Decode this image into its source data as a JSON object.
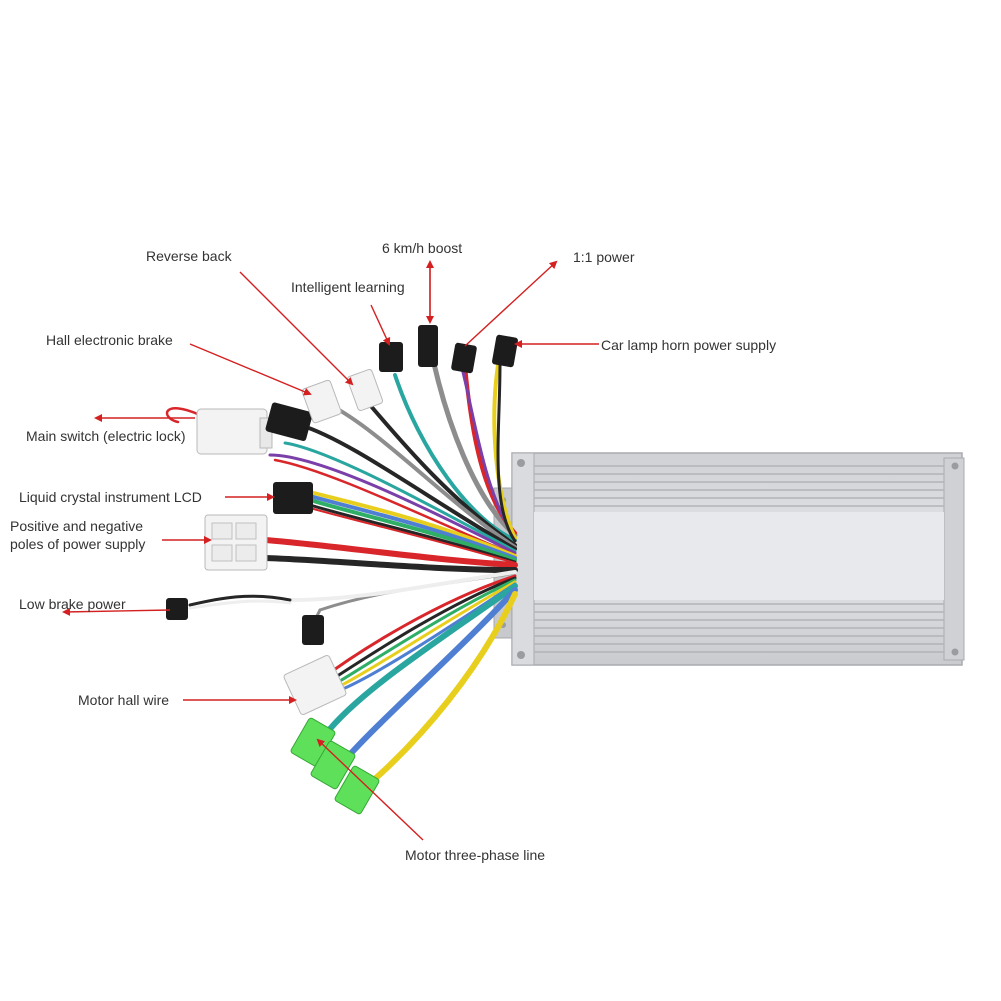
{
  "labels": {
    "reverse_back": "Reverse back",
    "boost_6kmh": "6 km/h boost",
    "power_1_1": "1:1 power",
    "intelligent_learning": "Intelligent learning",
    "hall_electronic_brake": "Hall electronic brake",
    "car_lamp_horn": "Car lamp horn power supply",
    "main_switch": "Main switch (electric lock)",
    "lcd": "Liquid crystal instrument LCD",
    "power_poles_line1": "Positive and negative",
    "power_poles_line2": "poles of power supply",
    "low_brake_power": "Low brake power",
    "motor_hall_wire": "Motor hall wire",
    "motor_three_phase": "Motor three-phase line"
  },
  "colors": {
    "arrow": "#d42020",
    "label_text": "#333333",
    "controller_body": "#d6d8dc",
    "connector_black": "#1c1c1c",
    "connector_white": "#f3f3f3",
    "phase_connector": "#5fe05a",
    "wire_red": "#d8262a",
    "wire_black": "#262626",
    "wire_yellow": "#e8cf1d",
    "wire_blue": "#4f7fd2",
    "wire_green": "#2fae66",
    "wire_teal": "#2aa6a0",
    "wire_gray": "#8d8d8d",
    "wire_white": "#eeeeee",
    "wire_purple": "#7a3fa8",
    "wire_brown": "#7a4a2a"
  }
}
